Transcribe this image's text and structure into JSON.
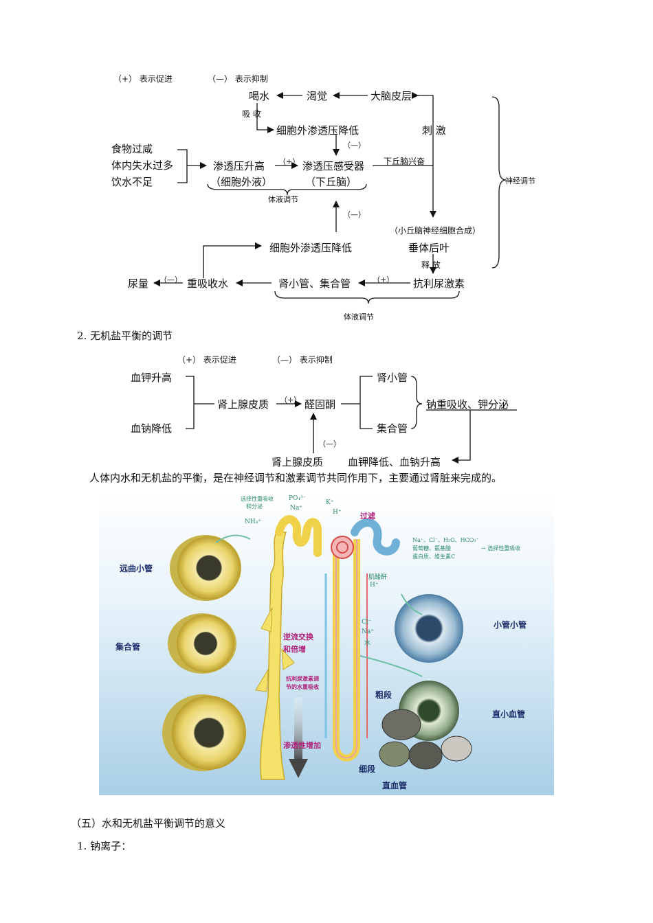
{
  "diagram1": {
    "legend_promote": "（+）  表示促进",
    "legend_inhibit": "（—）  表示抑制",
    "drink": "喝水",
    "thirst": "渴觉",
    "cortex": "大脑皮层",
    "absorb": "吸    收",
    "ecf_osm_down_top": "细胞外渗透压降低",
    "stimulate": "刺    激",
    "causes": [
      "食物过咸",
      "体内失水过多",
      "饮水不足"
    ],
    "minus": "（—）",
    "plus": "（+）",
    "osm_up": "渗透压升高",
    "receptor": "渗透压感受器",
    "hypo_excite": "下丘脑兴奋",
    "ecf": "（细胞外液）",
    "hypothalamus": "（下丘脑）",
    "humoral": "体液调节",
    "neural": "神经调节",
    "neuron_synth": "（小丘脑神经细胞合成）",
    "posterior_pituitary": "垂体后叶",
    "release": "释    放",
    "ecf_osm_down_bottom": "细胞外渗透压降低",
    "urine": "尿量",
    "reabsorb_water": "重吸收水",
    "tubule_duct": "肾小管、集合管",
    "adh": "抗利尿激素",
    "humoral_bottom": "体液调节"
  },
  "section2_title": "2. 无机盐平衡的调节",
  "diagram2": {
    "legend_promote": "（+）  表示促进",
    "legend_inhibit": "（—）  表示抑制",
    "k_up": "血钾升高",
    "na_down": "血钠降低",
    "adrenal_cortex": "肾上腺皮质",
    "plus": "（+）",
    "aldosterone": "醛固酮",
    "tubule": "肾小管",
    "collecting_duct": "集合管",
    "effect": "钠重吸收、钾分泌",
    "minus": "（—）",
    "adrenal_cortex_bottom": "肾上腺皮质",
    "k_down_na_up": "血钾降低、血钠升高"
  },
  "paragraph": "人体内水和无机盐的平衡，是在神经调节和激素调节共同作用下，主要通过肾脏来完成的。",
  "figure": {
    "labels": {
      "distal": "远曲小管",
      "collecting": "集合管",
      "proximal": "小管小管",
      "thick": "粗段",
      "vasa": "直小血管",
      "thin": "细段",
      "vasa_recta": "直血管",
      "filtration": "过滤",
      "countercurrent1": "逆流交换",
      "countercurrent2": "和倍增",
      "adh_note1": "抗利尿激素调",
      "adh_note2": "节的水重吸收",
      "osm_increase": "渗透性增加",
      "selective_top1": "选择性重吸收",
      "selective_top2": "和分泌",
      "ions_top": "PO₄³⁻",
      "na_top": "Na⁺",
      "k_top": "K⁺",
      "h_top": "H⁺",
      "nh4": "NH₄⁺",
      "ions_right1": "Na⁺、Cl⁻、H₂O、HCO₃⁻",
      "ions_right2": "葡萄糖、氨基酸",
      "ions_right3": "蛋白质、维生素C",
      "selective_right": "→ 选择性重吸收",
      "creatinine": "肌酸酐",
      "h_mid": "H⁺",
      "cl": "Cl⁻",
      "na": "Na⁺",
      "water": "水"
    }
  },
  "section5_title": "（五）水和无机盐平衡调节的意义",
  "item1": "1. 钠离子："
}
